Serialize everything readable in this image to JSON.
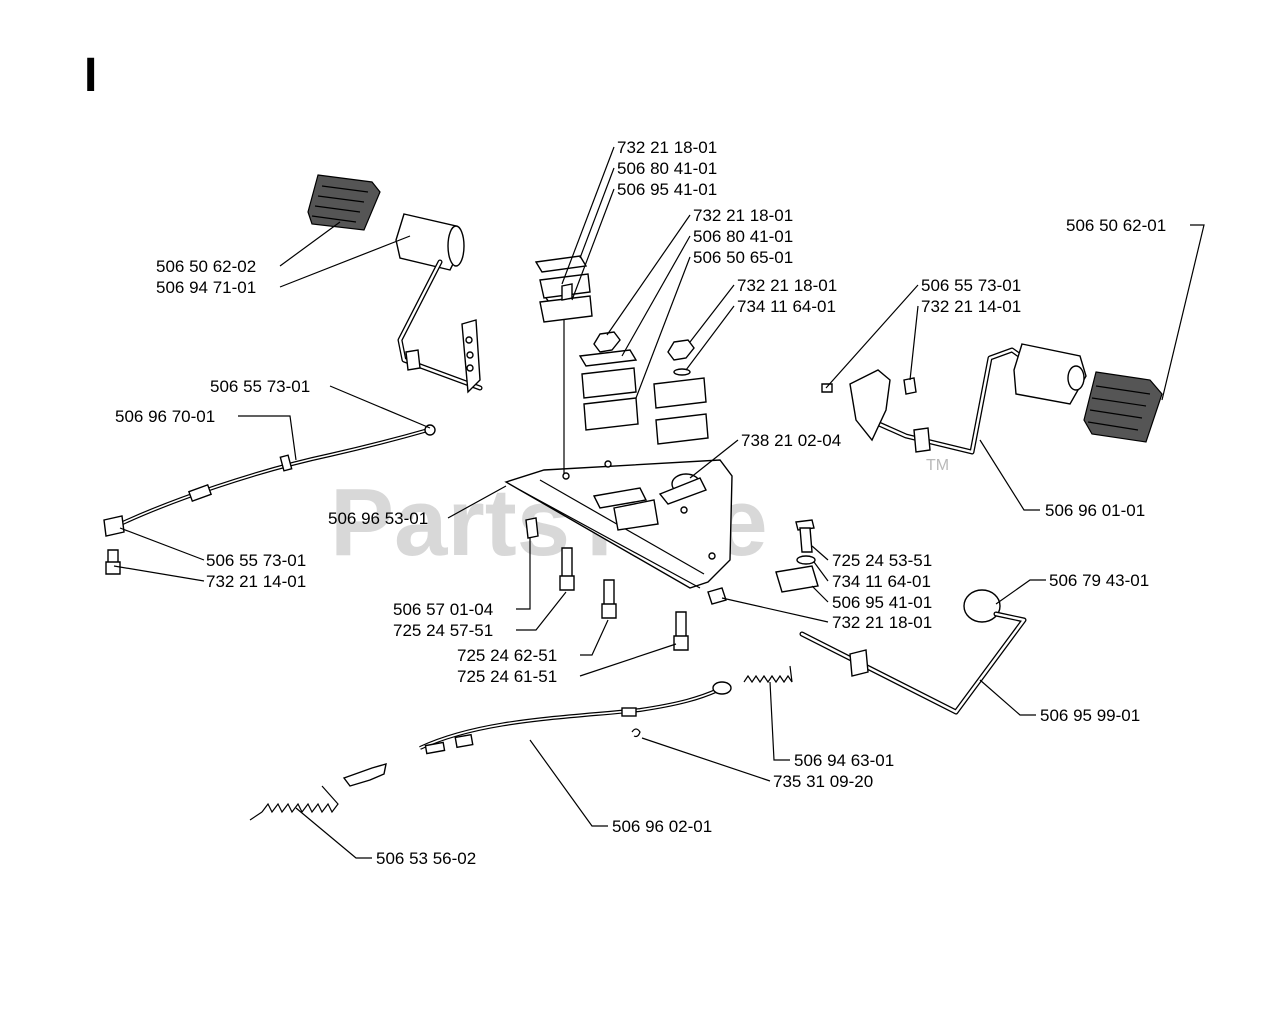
{
  "section_letter": "I",
  "watermark": {
    "text": "PartsTree",
    "trademark": "TM"
  },
  "labels": {
    "l01": "732 21 18-01",
    "l02": "506 80 41-01",
    "l03": "506 95 41-01",
    "l04": "732 21 18-01",
    "l05": "506 80 41-01",
    "l06": "506 50 65-01",
    "l07": "732 21 18-01",
    "l08": "734 11 64-01",
    "l09": "506 50 62-02",
    "l10": "506 94 71-01",
    "l11": "506 55 73-01",
    "l12": "506 96 70-01",
    "l13": "506 55 73-01",
    "l14": "732 21 14-01",
    "l15": "506 50 62-01",
    "l16": "506 55 73-01",
    "l17": "732 21 14-01",
    "l18": "738 21 02-04",
    "l19": "506 96 53-01",
    "l20": "506 96 01-01",
    "l21": "725 24 53-51",
    "l22": "734 11 64-01",
    "l23": "506 95 41-01",
    "l24": "732 21 18-01",
    "l25": "506 79 43-01",
    "l26": "506 57 01-04",
    "l27": "725 24 57-51",
    "l28": "725 24 62-51",
    "l29": "725 24 61-51",
    "l30": "506 95 99-01",
    "l31": "506 94 63-01",
    "l32": "735 31 09-20",
    "l33": "506 96 02-01",
    "l34": "506 53 56-02"
  }
}
